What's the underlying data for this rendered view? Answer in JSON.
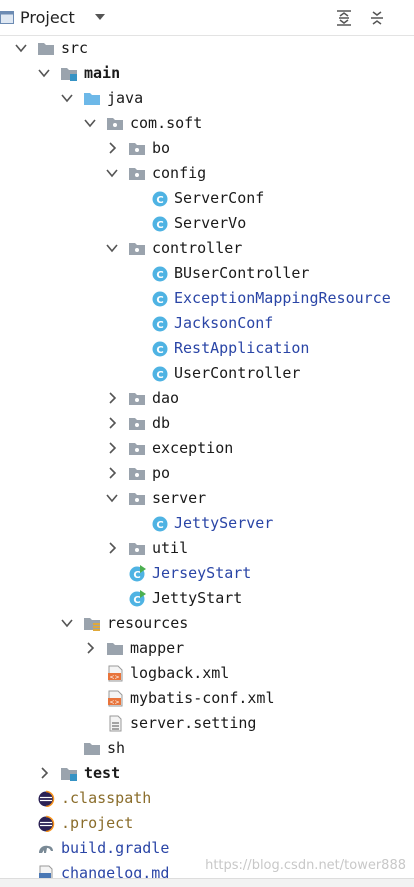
{
  "header": {
    "title": "Project"
  },
  "tree": [
    {
      "label": "src",
      "arrow": "down",
      "icon": "folder-icon"
    },
    {
      "label": "main",
      "arrow": "down",
      "icon": "module-folder-icon"
    },
    {
      "label": "java",
      "arrow": "down",
      "icon": "source-folder-icon"
    },
    {
      "label": "com.soft",
      "arrow": "down",
      "icon": "package-icon"
    },
    {
      "label": "bo",
      "arrow": "right",
      "icon": "package-icon"
    },
    {
      "label": "config",
      "arrow": "down",
      "icon": "package-icon"
    },
    {
      "label": "ServerConf",
      "icon": "class-icon"
    },
    {
      "label": "ServerVo",
      "icon": "class-icon"
    },
    {
      "label": "controller",
      "arrow": "down",
      "icon": "package-icon"
    },
    {
      "label": "BUserController",
      "icon": "class-icon"
    },
    {
      "label": "ExceptionMappingResource",
      "icon": "class-icon"
    },
    {
      "label": "JacksonConf",
      "icon": "class-icon"
    },
    {
      "label": "RestApplication",
      "icon": "class-icon"
    },
    {
      "label": "UserController",
      "icon": "class-icon"
    },
    {
      "label": "dao",
      "arrow": "right",
      "icon": "package-icon"
    },
    {
      "label": "db",
      "arrow": "right",
      "icon": "package-icon"
    },
    {
      "label": "exception",
      "arrow": "right",
      "icon": "package-icon"
    },
    {
      "label": "po",
      "arrow": "right",
      "icon": "package-icon"
    },
    {
      "label": "server",
      "arrow": "down",
      "icon": "package-icon"
    },
    {
      "label": "JettyServer",
      "icon": "class-icon"
    },
    {
      "label": "util",
      "arrow": "right",
      "icon": "package-icon"
    },
    {
      "label": "JerseyStart",
      "icon": "runnable-class-icon"
    },
    {
      "label": "JettyStart",
      "icon": "runnable-class-icon"
    },
    {
      "label": "resources",
      "arrow": "down",
      "icon": "resources-folder-icon"
    },
    {
      "label": "mapper",
      "arrow": "right",
      "icon": "folder-icon"
    },
    {
      "label": "logback.xml",
      "icon": "xml-file-icon"
    },
    {
      "label": "mybatis-conf.xml",
      "icon": "xml-file-icon"
    },
    {
      "label": "server.setting",
      "icon": "text-file-icon"
    },
    {
      "label": "sh",
      "icon": "folder-icon"
    },
    {
      "label": "test",
      "arrow": "right",
      "icon": "module-folder-icon"
    },
    {
      "label": ".classpath",
      "icon": "eclipse-file-icon"
    },
    {
      "label": ".project",
      "icon": "eclipse-file-icon"
    },
    {
      "label": "build.gradle",
      "icon": "gradle-icon"
    },
    {
      "label": "changelog.md",
      "icon": "markdown-file-icon"
    }
  ],
  "watermark": "https://blog.csdn.net/tower888"
}
